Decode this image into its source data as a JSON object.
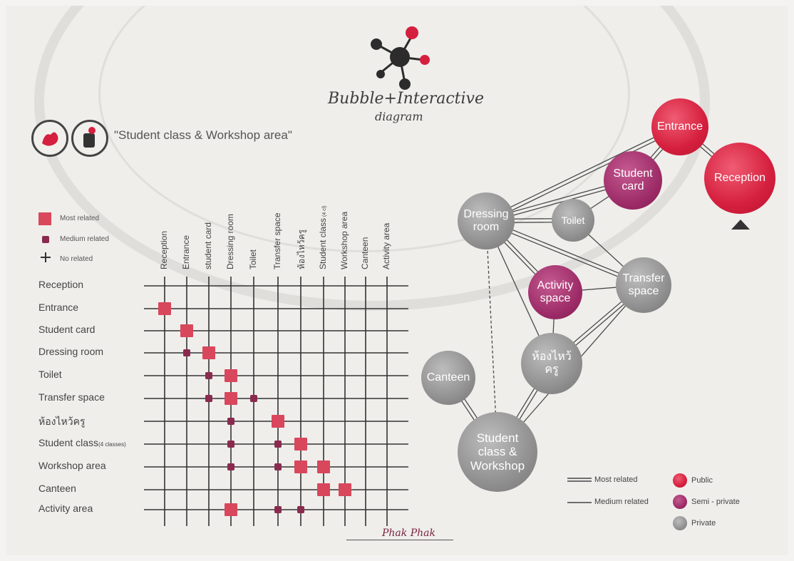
{
  "header": {
    "title": "Bubble+Interactive",
    "subtitle": "diagram"
  },
  "section": {
    "title": "\"Student class & Workshop area\""
  },
  "matrix_legend": {
    "most": "Most related",
    "medium": "Medium related",
    "none": "No related"
  },
  "matrix": {
    "rows": [
      "Reception",
      "Entrance",
      "Student card",
      "Dressing room",
      "Toilet",
      "Transfer space",
      "ห้องไหว้ครู",
      "Student class",
      "Workshop area",
      "Canteen",
      "Activity area"
    ],
    "row_suffix": "(4 classes)",
    "columns": [
      "Reception",
      "Entrance",
      "student card",
      "Dressing room",
      "Toilet",
      "Transfer space",
      "ห้องไหว้ครู",
      "Student class",
      "Workshop area",
      "Canteen",
      "Activity area"
    ],
    "column_suffix": "(4 cl)",
    "cells": [
      {
        "row": 1,
        "col": 0,
        "level": "most"
      },
      {
        "row": 2,
        "col": 1,
        "level": "most"
      },
      {
        "row": 3,
        "col": 1,
        "level": "medium"
      },
      {
        "row": 3,
        "col": 2,
        "level": "most"
      },
      {
        "row": 4,
        "col": 2,
        "level": "medium"
      },
      {
        "row": 4,
        "col": 3,
        "level": "most"
      },
      {
        "row": 5,
        "col": 2,
        "level": "medium"
      },
      {
        "row": 5,
        "col": 3,
        "level": "most"
      },
      {
        "row": 5,
        "col": 4,
        "level": "medium"
      },
      {
        "row": 6,
        "col": 3,
        "level": "medium"
      },
      {
        "row": 6,
        "col": 5,
        "level": "most"
      },
      {
        "row": 7,
        "col": 3,
        "level": "medium"
      },
      {
        "row": 7,
        "col": 5,
        "level": "medium"
      },
      {
        "row": 7,
        "col": 6,
        "level": "most"
      },
      {
        "row": 8,
        "col": 3,
        "level": "medium"
      },
      {
        "row": 8,
        "col": 5,
        "level": "medium"
      },
      {
        "row": 8,
        "col": 6,
        "level": "most"
      },
      {
        "row": 8,
        "col": 7,
        "level": "most"
      },
      {
        "row": 9,
        "col": 7,
        "level": "most"
      },
      {
        "row": 9,
        "col": 8,
        "level": "most"
      },
      {
        "row": 10,
        "col": 3,
        "level": "most"
      },
      {
        "row": 10,
        "col": 5,
        "level": "medium"
      },
      {
        "row": 10,
        "col": 6,
        "level": "medium"
      }
    ]
  },
  "bubbles": {
    "entrance": {
      "label": "Entrance",
      "zone": "public"
    },
    "reception": {
      "label": "Reception",
      "zone": "public"
    },
    "student_card": {
      "label": "Student card",
      "zone": "semi"
    },
    "dressing": {
      "label": "Dressing room",
      "zone": "private"
    },
    "toilet": {
      "label": "Toilet",
      "zone": "private"
    },
    "activity": {
      "label": "Activity space",
      "zone": "semi"
    },
    "transfer": {
      "label": "Transfer space",
      "zone": "private"
    },
    "waikru": {
      "label": "ห้องไหว้ครู",
      "zone": "private"
    },
    "canteen": {
      "label": "Canteen",
      "zone": "private"
    },
    "student_class": {
      "label": "Student class & Workshop",
      "zone": "private"
    }
  },
  "links": [
    {
      "from": "entrance",
      "to": "reception",
      "type": "most"
    },
    {
      "from": "entrance",
      "to": "student_card",
      "type": "most"
    },
    {
      "from": "entrance",
      "to": "dressing",
      "type": "most"
    },
    {
      "from": "student_card",
      "to": "dressing",
      "type": "most"
    },
    {
      "from": "student_card",
      "to": "toilet",
      "type": "medium"
    },
    {
      "from": "dressing",
      "to": "toilet",
      "type": "most"
    },
    {
      "from": "dressing",
      "to": "activity",
      "type": "most"
    },
    {
      "from": "dressing",
      "to": "transfer",
      "type": "most"
    },
    {
      "from": "dressing",
      "to": "waikru",
      "type": "medium"
    },
    {
      "from": "dressing",
      "to": "student_class",
      "type": "medium"
    },
    {
      "from": "toilet",
      "to": "transfer",
      "type": "medium"
    },
    {
      "from": "activity",
      "to": "transfer",
      "type": "medium"
    },
    {
      "from": "activity",
      "to": "waikru",
      "type": "medium"
    },
    {
      "from": "transfer",
      "to": "waikru",
      "type": "most"
    },
    {
      "from": "transfer",
      "to": "student_class",
      "type": "medium"
    },
    {
      "from": "waikru",
      "to": "student_class",
      "type": "most"
    },
    {
      "from": "canteen",
      "to": "student_class",
      "type": "most"
    }
  ],
  "bubble_legend": {
    "most": "Most related",
    "medium": "Medium related",
    "public": "Public",
    "semi": "Semi - private",
    "private": "Private"
  },
  "signature": "Phak Phak",
  "colors": {
    "public": "#d51f3e",
    "semi": "#9b2a66",
    "private": "#8d8d8d",
    "most_marker": "#d9475c",
    "medium_marker": "#8a2a4f",
    "grid": "#333333"
  }
}
